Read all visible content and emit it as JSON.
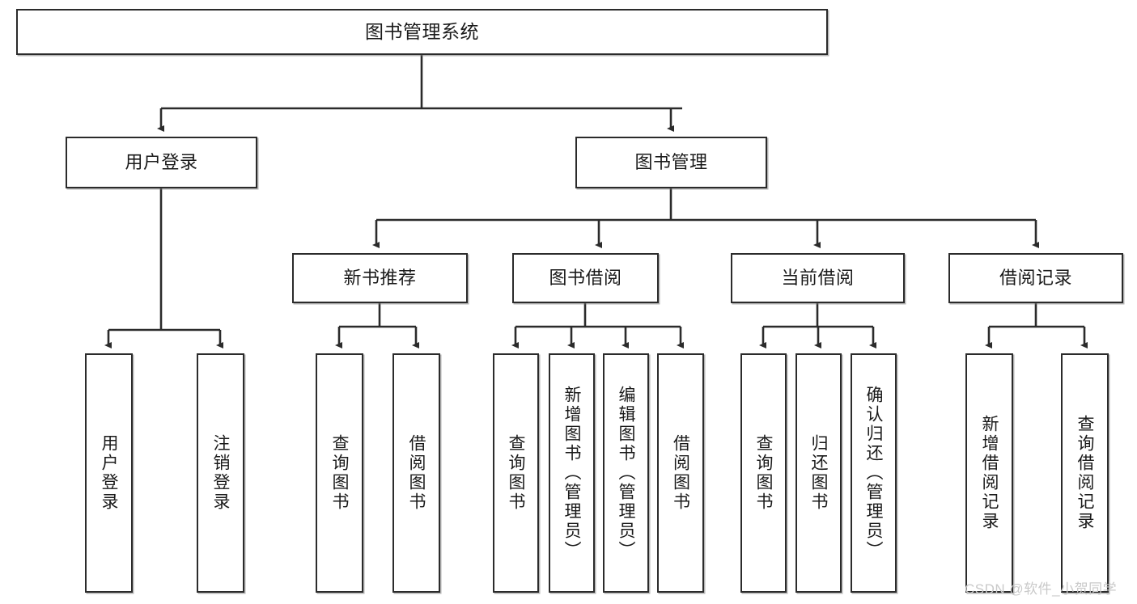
{
  "diagram": {
    "type": "hierarchy-tree",
    "title": "图书管理系统",
    "watermark": "CSDN @软件_小贺同学",
    "colors": {
      "box_border": "#2b2b2b",
      "box_fill": "#ffffff",
      "connector": "#2b2b2b",
      "text": "#1a1a1a",
      "watermark": "#c9c9c9"
    },
    "levels": {
      "root": "图书管理系统",
      "level2": [
        "用户登录",
        "图书管理"
      ],
      "level3": [
        "新书推荐",
        "图书借阅",
        "当前借阅",
        "借阅记录"
      ]
    },
    "nodes": {
      "root": {
        "label": "图书管理系统"
      },
      "user_login": {
        "label": "用户登录"
      },
      "book_manage": {
        "label": "图书管理"
      },
      "new_book_rec": {
        "label": "新书推荐"
      },
      "book_borrow": {
        "label": "图书借阅"
      },
      "current_borrow": {
        "label": "当前借阅"
      },
      "borrow_record": {
        "label": "借阅记录"
      },
      "leaf_user_login": {
        "label": "用户登录"
      },
      "leaf_logout": {
        "label": "注销登录"
      },
      "leaf_query_book_1": {
        "label": "查询图书"
      },
      "leaf_borrow_book_1": {
        "label": "借阅图书"
      },
      "leaf_query_book_2": {
        "label": "查询图书"
      },
      "leaf_add_book": {
        "label": "新增图书（管理员）"
      },
      "leaf_edit_book": {
        "label": "编辑图书（管理员）"
      },
      "leaf_borrow_book_2": {
        "label": "借阅图书"
      },
      "leaf_query_book_3": {
        "label": "查询图书"
      },
      "leaf_return_book": {
        "label": "归还图书"
      },
      "leaf_confirm_return": {
        "label": "确认归还（管理员）"
      },
      "leaf_add_record": {
        "label": "新增借阅记录"
      },
      "leaf_query_record": {
        "label": "查询借阅记录"
      }
    },
    "edges": [
      {
        "from": "root",
        "to": "user_login"
      },
      {
        "from": "root",
        "to": "book_manage"
      },
      {
        "from": "user_login",
        "to": "leaf_user_login"
      },
      {
        "from": "user_login",
        "to": "leaf_logout"
      },
      {
        "from": "book_manage",
        "to": "new_book_rec"
      },
      {
        "from": "book_manage",
        "to": "book_borrow"
      },
      {
        "from": "book_manage",
        "to": "current_borrow"
      },
      {
        "from": "book_manage",
        "to": "borrow_record"
      },
      {
        "from": "new_book_rec",
        "to": "leaf_query_book_1"
      },
      {
        "from": "new_book_rec",
        "to": "leaf_borrow_book_1"
      },
      {
        "from": "book_borrow",
        "to": "leaf_query_book_2"
      },
      {
        "from": "book_borrow",
        "to": "leaf_add_book"
      },
      {
        "from": "book_borrow",
        "to": "leaf_edit_book"
      },
      {
        "from": "book_borrow",
        "to": "leaf_borrow_book_2"
      },
      {
        "from": "current_borrow",
        "to": "leaf_query_book_3"
      },
      {
        "from": "current_borrow",
        "to": "leaf_return_book"
      },
      {
        "from": "current_borrow",
        "to": "leaf_confirm_return"
      },
      {
        "from": "borrow_record",
        "to": "leaf_add_record"
      },
      {
        "from": "borrow_record",
        "to": "leaf_query_record"
      }
    ]
  }
}
